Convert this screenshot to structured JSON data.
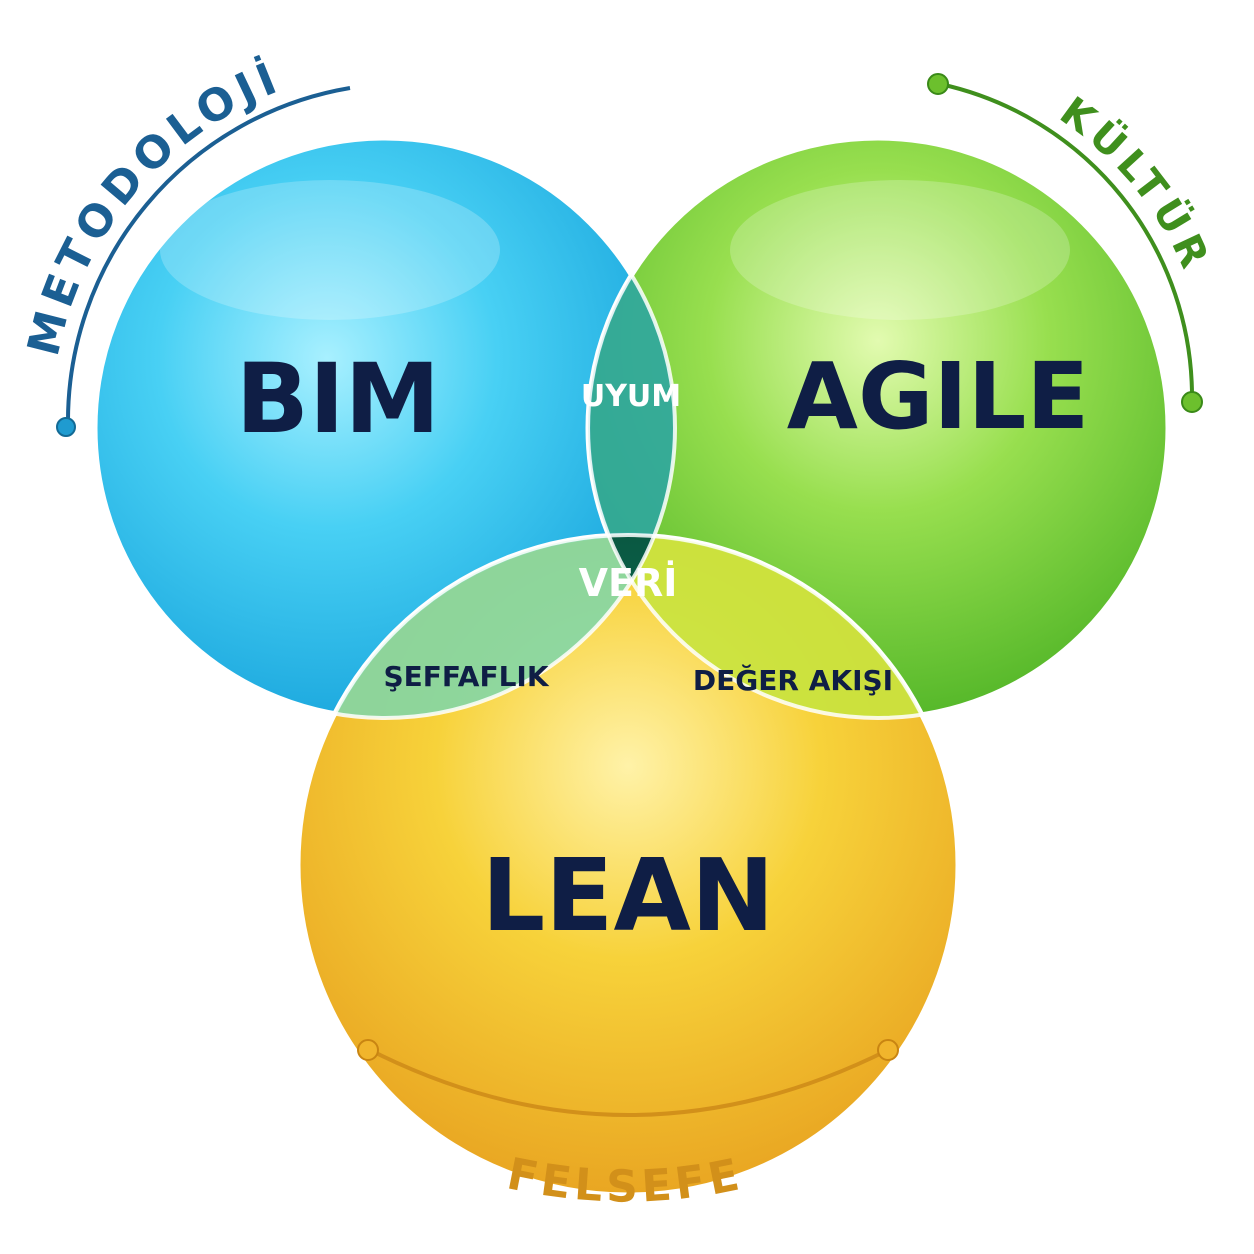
{
  "circles": {
    "bim": {
      "label": "BIM"
    },
    "agile": {
      "label": "AGILE"
    },
    "lean": {
      "label": "LEAN"
    }
  },
  "intersections": {
    "bim_agile": "UYUM",
    "bim_lean": "ŞEFFAFLIK",
    "agile_lean": "DEĞER AKIŞI",
    "center": "VERİ"
  },
  "arc_labels": {
    "bim": "METODOLOJİ",
    "agile": "KÜLTÜR",
    "lean": "FELSEFE"
  },
  "colors": {
    "bim": "#2fc4ee",
    "agile": "#7ccf3a",
    "lean": "#f3c324",
    "bim_arc": "#1b5f93",
    "agile_arc": "#3f8f1d",
    "lean_arc": "#d2901a",
    "label_dark": "#0f1e45"
  }
}
